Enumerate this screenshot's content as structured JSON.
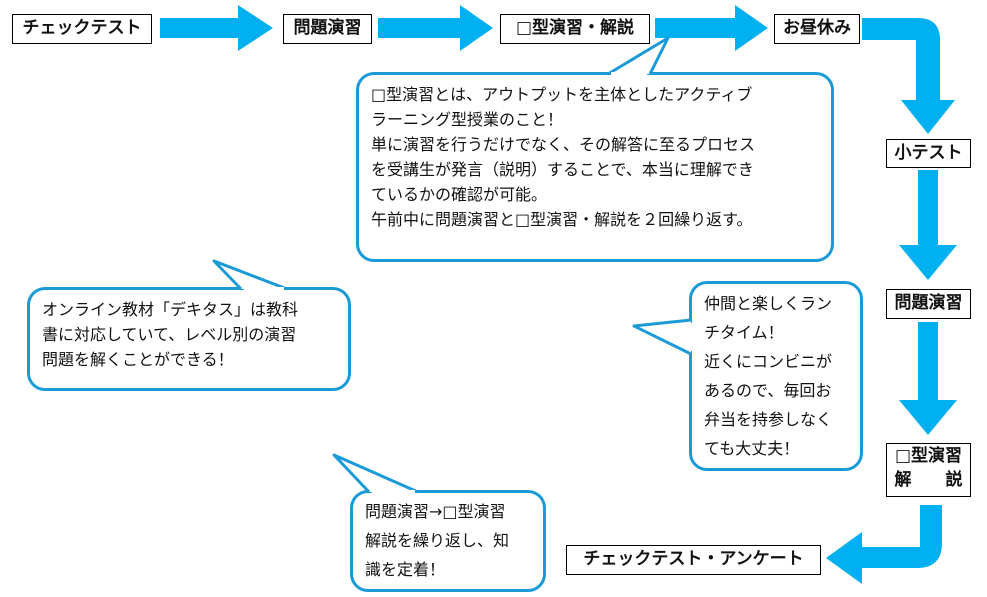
{
  "colors": {
    "arrow": "#00b0f0",
    "bubble_border": "#1a9ad7",
    "box_border": "#000000"
  },
  "steps": {
    "check_test": "チェックテスト",
    "mondai_enshu": "問題演習",
    "kata_enshu": "□型演習・解説",
    "lunch": "お昼休み",
    "small_test": "小テスト",
    "mondai_enshu2": "問題演習",
    "kata_enshu2_line1": "□型演習",
    "kata_enshu2_line2": "解　　説",
    "final": "チェックテスト・アンケート"
  },
  "bubbles": {
    "kata": [
      "□型演習とは、アウトプットを主体としたアクティブ",
      "ラーニング型授業のこと！",
      "単に演習を行うだけでなく、その解答に至るプロセス",
      "を受講生が発言（説明）することで、本当に理解でき",
      "ているかの確認が可能。",
      "午前中に問題演習と□型演習・解説を２回繰り返す。"
    ],
    "online": [
      "オンライン教材「デキタス」は教科",
      "書に対応していて、レベル別の演習",
      "問題を解くことができる！"
    ],
    "lunch": [
      "仲間と楽しくラン",
      "チタイム！",
      "近くにコンビニが",
      "あるので、毎回お",
      "弁当を持参しなく",
      "ても大丈夫！"
    ],
    "repeat": [
      "問題演習→□型演習",
      "解説を繰り返し、知",
      "識を定着！"
    ]
  }
}
